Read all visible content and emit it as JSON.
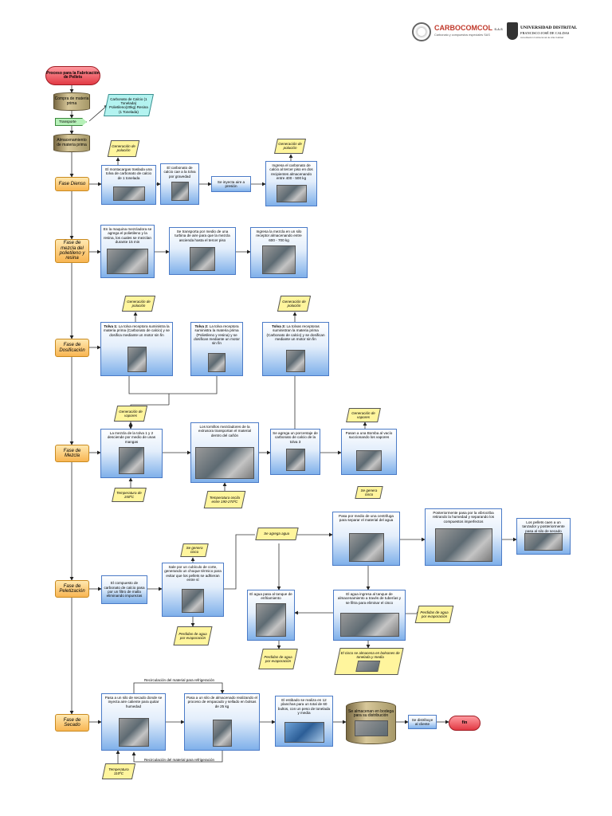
{
  "header": {
    "carbocomcol": {
      "name": "CARBOCOMCOL",
      "suffix": "S.A.S",
      "tagline": "Carbonato y compuestos especiales SAS"
    },
    "udistrital": {
      "name": "UNIVERSIDAD DISTRITAL",
      "sub": "FRANCISCO JOSÉ DE CALDAS",
      "tagline": "Acreditación Institucional de Alta Calidad"
    }
  },
  "start": "Proceso para la Fabricación de Pellets",
  "end": "fin",
  "compra": {
    "label": "Compra de materia prima",
    "materials": "Carbonato de Calcio (1 Tonelada) Polietileno(20kg) Resina (1 Tonelada)",
    "transport": "Transporte"
  },
  "almacenamiento": "Almacenamiento de materia prima",
  "phases": {
    "dienso": "Fase Dienso",
    "mezcla_pol": "Fase de mezcla del polietileno y resina",
    "dosificacion": "Fase de Dosificación",
    "mezcla": "Fase de Mezcla",
    "peletizacion": "Fase de Peletización",
    "secado": "Fase de Secado"
  },
  "dienso": {
    "s1": "El montacargas traslada una tolva de carbonato de calcio de 1 tonelada",
    "s2": "El carbonato de calcio cae a la tolva por gravedad",
    "s3": "Se inyecta aire a presión",
    "s4": "Ingresa el carbonato de calcio al tercer piso en dos recipientes almacenando entre 400 - 500 kg",
    "n1": "Generación de polución",
    "n2": "Generación de polución"
  },
  "mezcla_pol": {
    "s1": "En la maquina mezcladora se agrega el polietileno y la resina, los cuales se mezclan durante 15 min",
    "s2": "Se transporta por medio de una turbina de aire para que la mezcla ascienda hasta el tercer piso",
    "s3": "Ingresa la mezcla en un silo receptor almacenando entre 600 - 700 kg"
  },
  "dosificacion": {
    "s1_bold": "Tolva 1:",
    "s1": "La tolva receptora suministra la materia prima (Carbonato de calcio) y se dosifica mediante un motor sin fin",
    "s2_bold": "Tolva 2:",
    "s2": "La tolva receptora suministra la materia prima (Polietileno y resina) y se dosifican mediante un motor sin fin",
    "s3_bold": "Tolva 3:",
    "s3": "La tolvas receptoras suministran la materia prima (Carbonato de calcio) y se dosifican mediante un motor sin fin",
    "n1": "Generación de polución",
    "n2": "Generación de polución"
  },
  "mezcla": {
    "s1": "La mezcla de la tolva 1 y 2 desciende por medio de unas mangas",
    "s2": "Los tornillos mezcladores de la extrusora transportan el material dentro del cañón",
    "s3": "Se agrega un porcentaje de carbonato de calcio de la tolva 3",
    "s4": "Pasan a una Bomba al vacío succionando los vapores",
    "n1": "Generación de vapores",
    "n2": "Generación de vapores",
    "n3": "Temperatura de 150ºC",
    "n4": "Temperatura oscila entre 190-270ºC"
  },
  "peletizacion": {
    "s1": "El compuesto de carbonato de calcio pasa por un filtro de malla eliminando impurezas",
    "s2": "Sale por un cubículo de corte, generando un choque térmico para evitar que los pellets se adhieran entre sí",
    "s3": "Pasa por medio de una centrifuga para separar el material del agua",
    "s4": "Posteriormente pasa por la vibrocriba retirando la humedad y separando los compuestos imperfectos",
    "s5": "Los pellets caen a un tanzador y posteriormente pasa al silo de secado",
    "s6": "El agua pasa al tanque de enfriamiento",
    "s7": "El agua ingresa al tanque de almacenamiento a través de tuberías y se filtra para eliminar el cisco",
    "s8": "El cisco se almacena en bolsones de tonelada y media",
    "n_agua": "Se agrega agua",
    "n_cisco1": "Se genera cisco",
    "n_cisco2": "Se genera cisco",
    "n_perd1": "Perdidas de agua por evaporación",
    "n_perd2": "Perdidas de agua por evaporación",
    "n_perd3": "Perdidas de agua por evaporación"
  },
  "secado": {
    "s1": "Pasa a un silo de secado donde se inyecta aire caliente para quitar humedad",
    "s2": "Pasa a un silo de almacenado realizando el proceso de empacado y sellado en bolsas de 25 kg",
    "s3": "El estibado se realiza en 12 planchas para un total de 60 bultos, con un peso de tonelada y media",
    "s4": "Se almacenan en bodega para su distribución",
    "s5": "Se distribuye al cliente",
    "n_temp": "Temperatura 110ºC",
    "recirc_top": "Recirculación del material para refrigeración",
    "recirc_bottom": "Recirculación del material para refrigeración"
  }
}
